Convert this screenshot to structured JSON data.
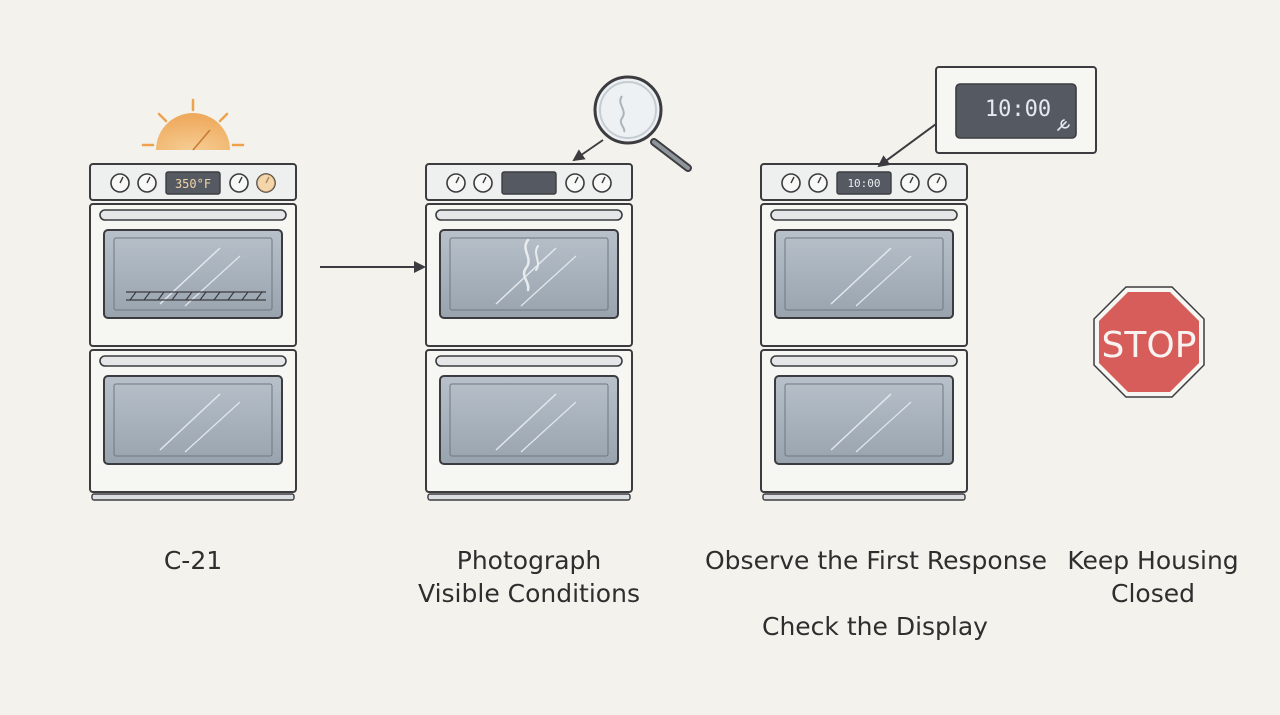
{
  "steps": [
    {
      "name": "C-21",
      "lines": [
        "C-21"
      ],
      "display": "350°F"
    },
    {
      "name": "Photograph Visible Conditions",
      "lines": [
        "Photograph",
        "Visible Conditions"
      ],
      "display": ""
    },
    {
      "name": "Observe the First Response",
      "lines": [
        "Observe the First Response"
      ],
      "display": "10:00",
      "sublabel": "Check the Display"
    },
    {
      "name": "Keep Housing Closed",
      "lines": [
        "Keep Housing",
        "Closed"
      ]
    }
  ],
  "callout_display": "10:00",
  "stop_sign": "STOP",
  "colors": {
    "background": "#f3f2ec",
    "outline": "#3c3c40",
    "oven_body": "#f6f6f2",
    "glass": "#a9b3bd",
    "heat": "#f0b060",
    "stop_red": "#d65d5a"
  }
}
